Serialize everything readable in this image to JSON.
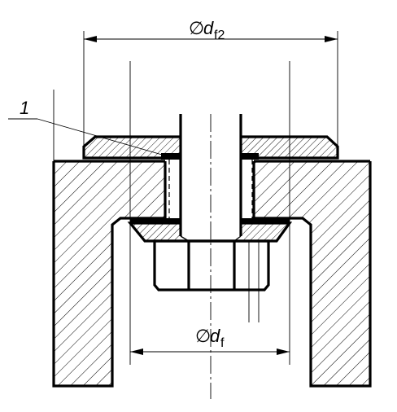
{
  "dimensions": {
    "df2": {
      "symbol": "∅",
      "letter": "d",
      "subscript": "f2"
    },
    "df": {
      "symbol": "∅",
      "letter": "d",
      "subscript": "f"
    }
  },
  "callout": {
    "label": "1"
  }
}
